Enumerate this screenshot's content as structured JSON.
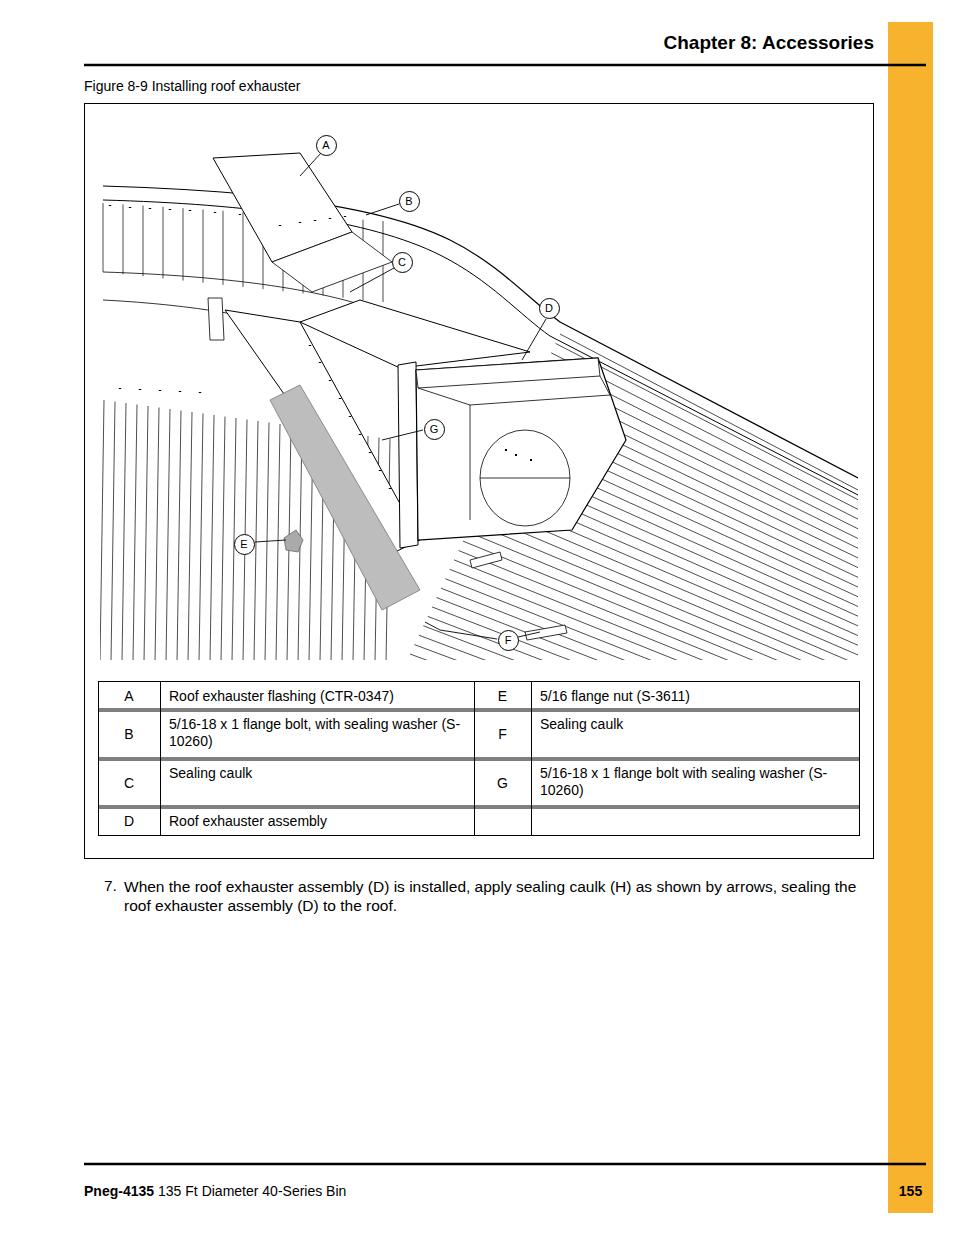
{
  "diagram": {
    "title": "Chapter 8: Accessories",
    "caption": "Figure 8-9 Installing roof exhauster",
    "nodes": [
      {
        "text": [
          "A"
        ]
      },
      {
        "text": [
          "B"
        ]
      },
      {
        "text": [
          "C"
        ]
      },
      {
        "text": [
          "D"
        ]
      },
      {
        "text": [
          "G"
        ]
      },
      {
        "text": [
          "E"
        ]
      },
      {
        "text": [
          "F"
        ]
      }
    ],
    "labels": [
      "A",
      "Roof exhauster flashing (CTR-0347)",
      "E",
      "5/16 flange nut (S-3611)",
      "B",
      "5/16-18 x 1 flange bolt, with sealing washer (S-10260)",
      "F",
      "Sealing caulk",
      "C",
      "Sealing caulk",
      "G",
      "5/16-18 x 1 flange bolt with sealing washer (S-10260)",
      "D",
      "Roof exhauster assembly",
      "7.",
      "When the roof exhauster assembly (D) is installed, apply sealing caulk (H) as shown by arrows, sealing the roof exhauster assembly (D) to the roof.",
      "Pneg-4135",
      "135 Ft Diameter 40-Series Bin",
      "155"
    ]
  }
}
